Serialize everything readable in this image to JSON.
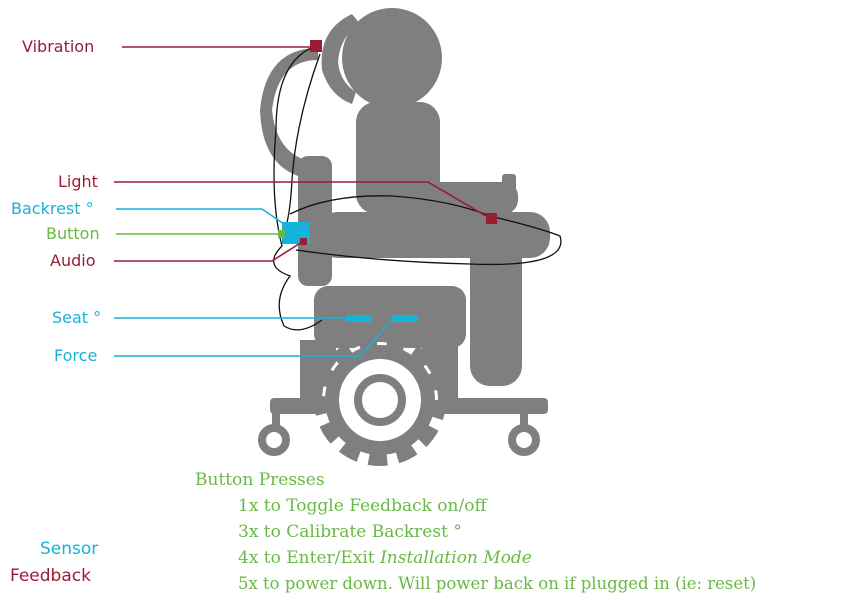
{
  "labels": {
    "vibration": "Vibration",
    "light": "Light",
    "backrest": "Backrest °",
    "button": "Button",
    "audio": "Audio",
    "seat": "Seat °",
    "force": "Force"
  },
  "button_presses": {
    "heading": "Button Presses",
    "items": [
      {
        "text": "1x to Toggle Feedback on/off",
        "italic": ""
      },
      {
        "text": "3x to Calibrate Backrest °",
        "italic": ""
      },
      {
        "text": "4x to Enter/Exit ",
        "italic": "Installation Mode"
      },
      {
        "text": "5x to power down. Will power back on if plugged in (ie: reset)",
        "italic": ""
      }
    ]
  },
  "legend": {
    "sensor": "Sensor",
    "feedback": "Feedback"
  },
  "colors": {
    "feedback_red": "#9b1d35",
    "sensor_blue": "#15b2da",
    "button_green": "#6ab845",
    "figure_gray": "#7f7f7f"
  }
}
